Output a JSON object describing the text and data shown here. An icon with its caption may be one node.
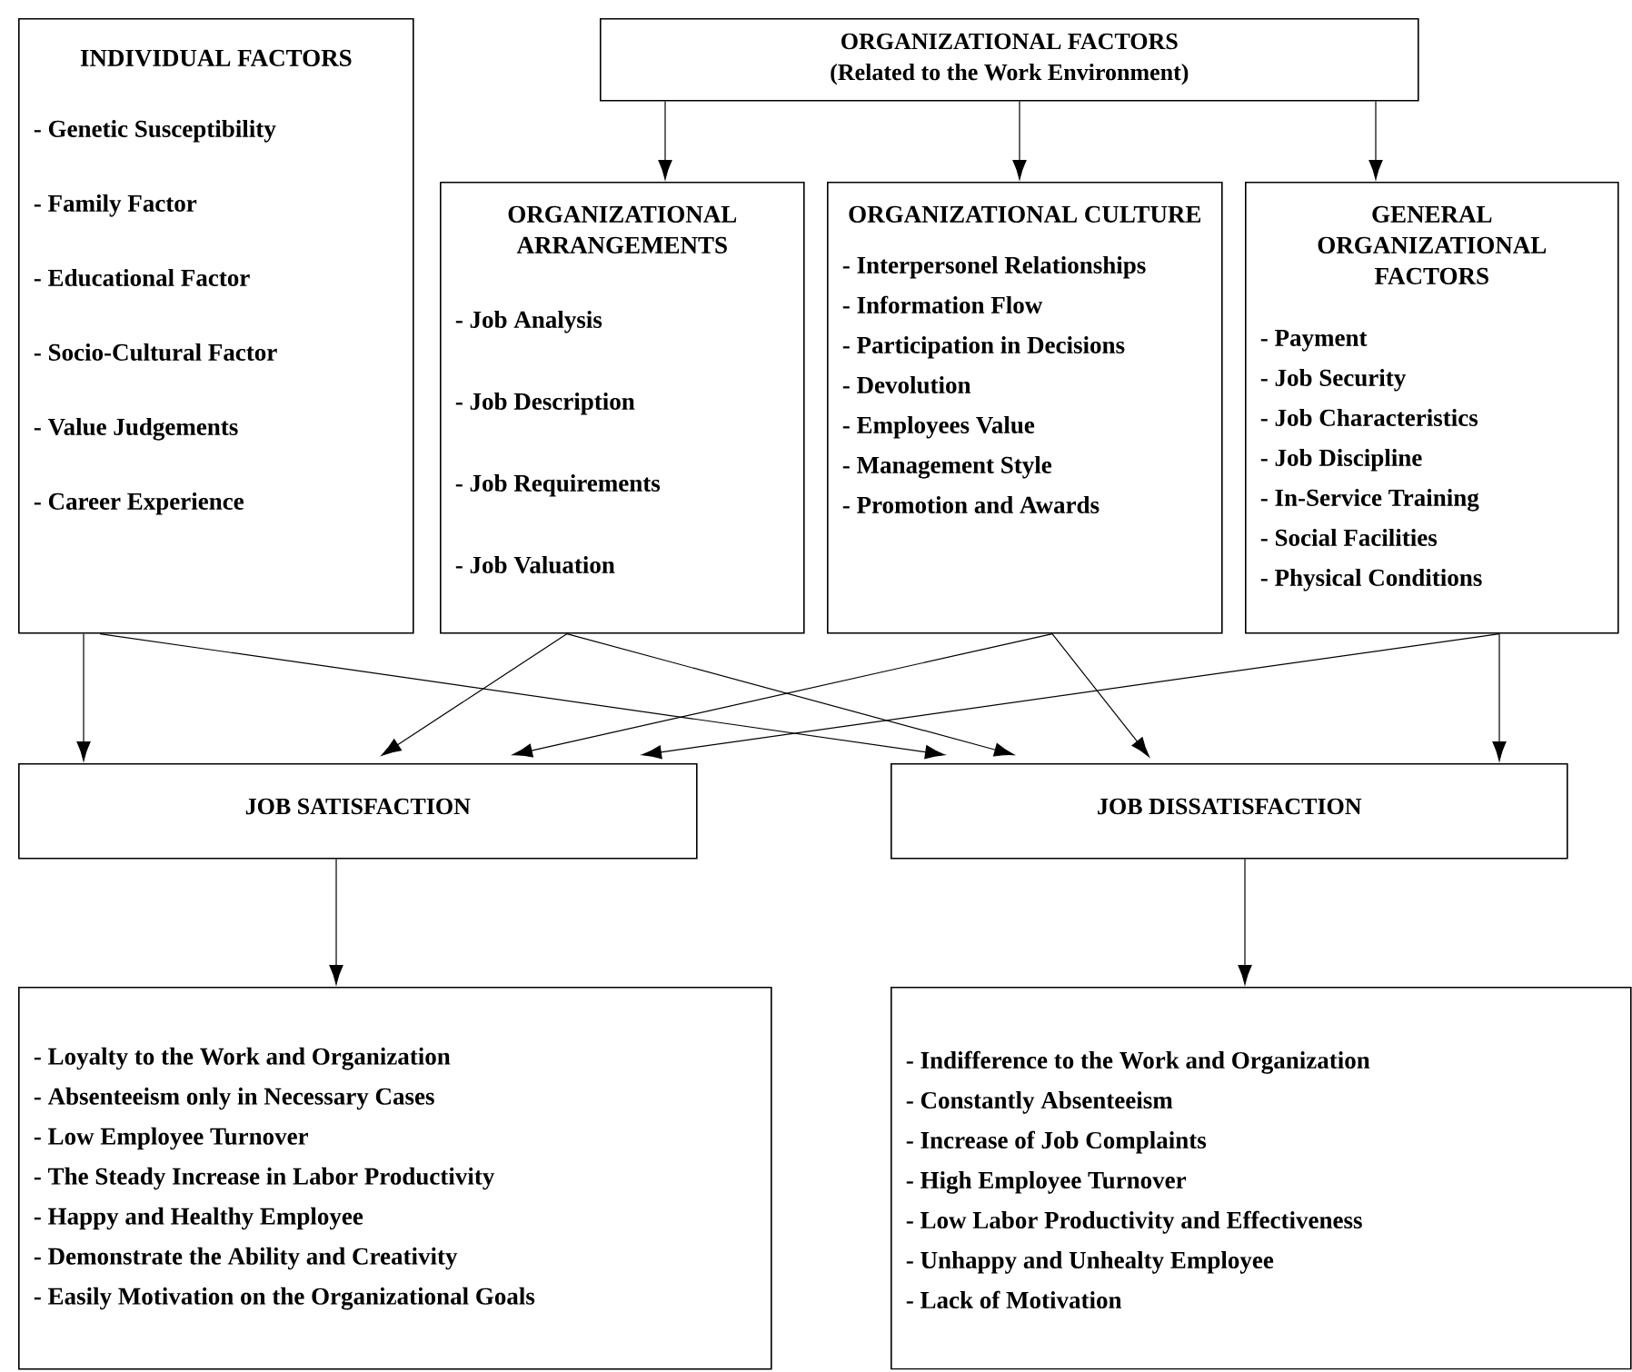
{
  "diagram": {
    "nodes": [
      {
        "text": [
          "INDIVIDUAL FACTORS",
          "- Genetic Susceptibility",
          "- Family Factor",
          "- Educational Factor",
          "- Socio-Cultural Factor",
          "- Value Judgements",
          "- Career Experience"
        ]
      },
      {
        "text": [
          "ORGANIZATIONAL FACTORS",
          "(Related to the Work Environment)"
        ]
      },
      {
        "text": [
          "ORGANIZATIONAL ARRANGEMENTS",
          "- Job Analysis",
          "- Job Description",
          "- Job Requirements",
          "- Job Valuation"
        ]
      },
      {
        "text": [
          "ORGANIZATIONAL CULTURE",
          "- Interpersonel Relationships",
          "- Information Flow",
          "- Participation in Decisions",
          "- Devolution",
          "- Employees Value",
          "- Management Style",
          "- Promotion and Awards"
        ]
      },
      {
        "text": [
          "GENERAL ORGANIZATIONAL FACTORS",
          "- Payment",
          "- Job Security",
          "- Job Characteristics",
          "- Job Discipline",
          "- In-Service Training",
          "- Social Facilities",
          "- Physical Conditions"
        ]
      },
      {
        "text": [
          "JOB SATISFACTION"
        ]
      },
      {
        "text": [
          "JOB DISSATISFACTION"
        ]
      },
      {
        "text": [
          "- Loyalty to the Work and Organization",
          "- Absenteeism only in Necessary Cases",
          "- Low Employee Turnover",
          "- The Steady Increase in Labor Productivity",
          "- Happy and Healthy Employee",
          "- Demonstrate the Ability and Creativity",
          "- Easily Motivation on the Organizational Goals"
        ]
      },
      {
        "text": [
          "- Indifference to the Work and Organization",
          "- Constantly Absenteeism",
          "- Increase of Job Complaints",
          "- High Employee Turnover",
          "- Low Labor Productivity and Effectiveness",
          "- Unhappy and Unhealty Employee",
          "- Lack of Motivation"
        ]
      }
    ],
    "edges": [
      {
        "from": 1,
        "to": 2,
        "arrow": "to"
      },
      {
        "from": 1,
        "to": 3,
        "arrow": "to"
      },
      {
        "from": 1,
        "to": 4,
        "arrow": "to"
      },
      {
        "from": 0,
        "to": 5,
        "arrow": "to"
      },
      {
        "from": 0,
        "to": 6,
        "arrow": "to"
      },
      {
        "from": 2,
        "to": 5,
        "arrow": "to"
      },
      {
        "from": 2,
        "to": 6,
        "arrow": "to"
      },
      {
        "from": 3,
        "to": 5,
        "arrow": "to"
      },
      {
        "from": 3,
        "to": 6,
        "arrow": "to"
      },
      {
        "from": 4,
        "to": 5,
        "arrow": "to"
      },
      {
        "from": 4,
        "to": 6,
        "arrow": "to"
      },
      {
        "from": 5,
        "to": 7,
        "arrow": "to"
      },
      {
        "from": 6,
        "to": 8,
        "arrow": "to"
      }
    ]
  }
}
